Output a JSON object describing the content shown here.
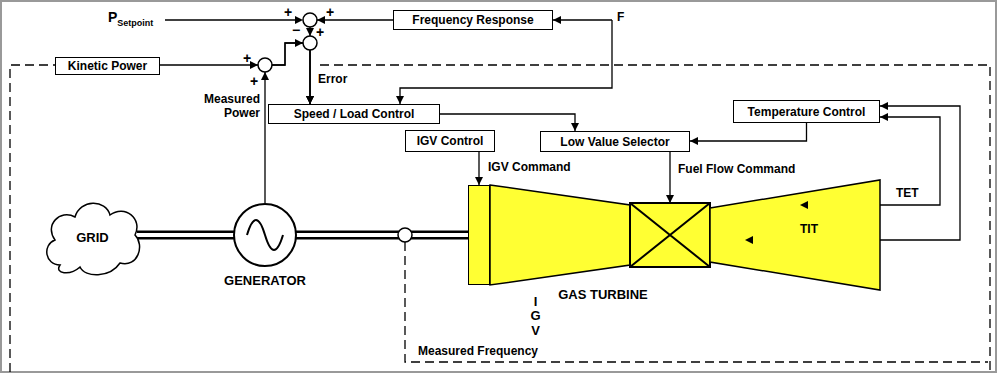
{
  "diagram": {
    "nodes": [
      {
        "text": [
          "Frequency Response"
        ]
      },
      {
        "text": [
          "Kinetic Power"
        ]
      },
      {
        "text": [
          "Speed / Load Control"
        ]
      },
      {
        "text": [
          "Temperature Control"
        ]
      },
      {
        "text": [
          "IGV Control"
        ]
      },
      {
        "text": [
          "Low Value Selector"
        ]
      },
      {
        "text": [
          "GRID"
        ]
      },
      {
        "text": [
          "GENERATOR"
        ]
      },
      {
        "text": [
          "GAS TURBINE"
        ]
      },
      {
        "text": [
          "IGV"
        ],
        "in": 8
      }
    ],
    "edges": [
      {
        "from": 0,
        "to": 2,
        "arrow": "to"
      },
      {
        "from": 1,
        "to": 2,
        "arrow": "to"
      },
      {
        "from": 7,
        "to": 2,
        "arrow": "to",
        "label": "Measured Power"
      },
      {
        "from": 2,
        "to": 5,
        "arrow": "to"
      },
      {
        "from": 3,
        "to": 5,
        "arrow": "to"
      },
      {
        "from": 4,
        "to": 9,
        "arrow": "to",
        "label": "IGV Command"
      },
      {
        "from": 5,
        "to": 8,
        "arrow": "to",
        "label": "Fuel Flow Command"
      },
      {
        "from": 8,
        "to": 3,
        "arrow": "to",
        "label": "TET"
      },
      {
        "from": 8,
        "to": 3,
        "arrow": "to",
        "label": "TIT"
      },
      {
        "from": 6,
        "to": 7,
        "arrow": "none"
      },
      {
        "from": 7,
        "to": 8,
        "arrow": "none"
      }
    ],
    "labels": [
      "PSetpoint",
      "+",
      "+",
      "+",
      "−",
      "+",
      "+",
      "F",
      "Error",
      "Measured Frequency"
    ]
  }
}
